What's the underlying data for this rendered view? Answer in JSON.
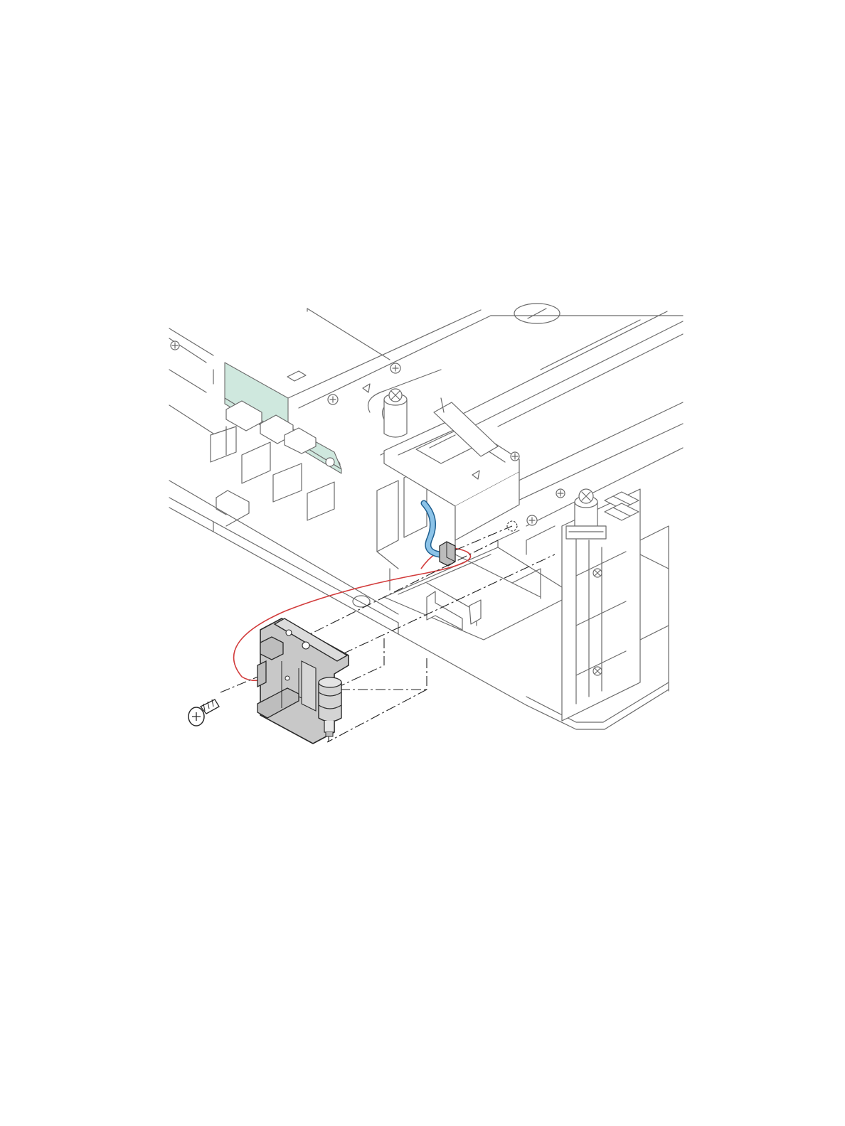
{
  "colors": {
    "background": "#ffffff",
    "line": "#6b6b6b",
    "circuit_board": "#cfe8de",
    "cable": "#8cc3e8",
    "cable_outline": "#1f5f8f",
    "highlight_loop": "#d23c3c",
    "part_fill": "#c8c8c8",
    "part_outline": "#2a2a2a"
  },
  "parts": {
    "chassis": "chassis-frame",
    "board": "circuit-board",
    "cable": "sensor-cable",
    "connector": "cable-connector",
    "solenoid": "solenoid-assembly",
    "screw": "mounting-screw",
    "loop": "connection-highlight-loop"
  }
}
